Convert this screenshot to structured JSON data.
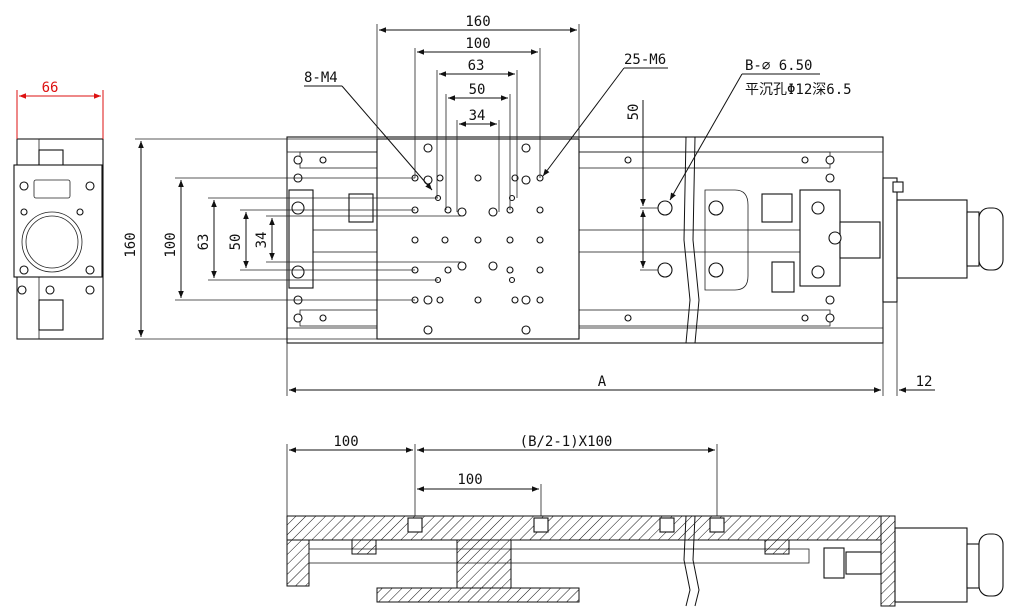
{
  "dimensions": {
    "carriage_width": "160",
    "width_100": "100",
    "width_63": "63",
    "width_50": "50",
    "width_34": "34",
    "height_160": "160",
    "height_100": "100",
    "height_63": "63",
    "height_50": "50",
    "height_34": "34",
    "hole_spacing_50": "50",
    "side_width_66": "66",
    "overall_length": "A",
    "motor_offset": "12",
    "bottom_first_pitch": "100",
    "bottom_pitch_formula": "(B/2-1)X100",
    "bottom_pitch": "100"
  },
  "callouts": {
    "small_holes": "8-M4",
    "carriage_holes": "25-M6",
    "base_holes": "B-∅ 6.50",
    "counterbore": "平沉孔Φ12深6.5"
  },
  "colors": {
    "line": "#111111",
    "highlight_dimension": "#dd1111"
  }
}
